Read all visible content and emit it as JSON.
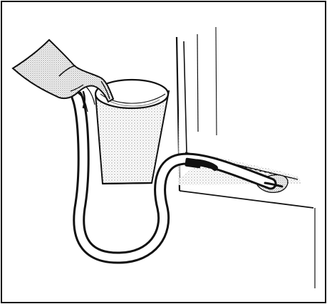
{
  "illustration": {
    "subject": "hand-siphoning-with-hose-from-bucket-to-appliance-drain",
    "style": "black-and-white line drawing with stipple shading",
    "colors": {
      "ink": "#111111",
      "paper": "#ffffff",
      "stipple": "#9a9a9a"
    },
    "elements": [
      "hand-with-sleeve",
      "bucket",
      "siphon-hose",
      "appliance-cabinet",
      "drain-outlet"
    ]
  }
}
